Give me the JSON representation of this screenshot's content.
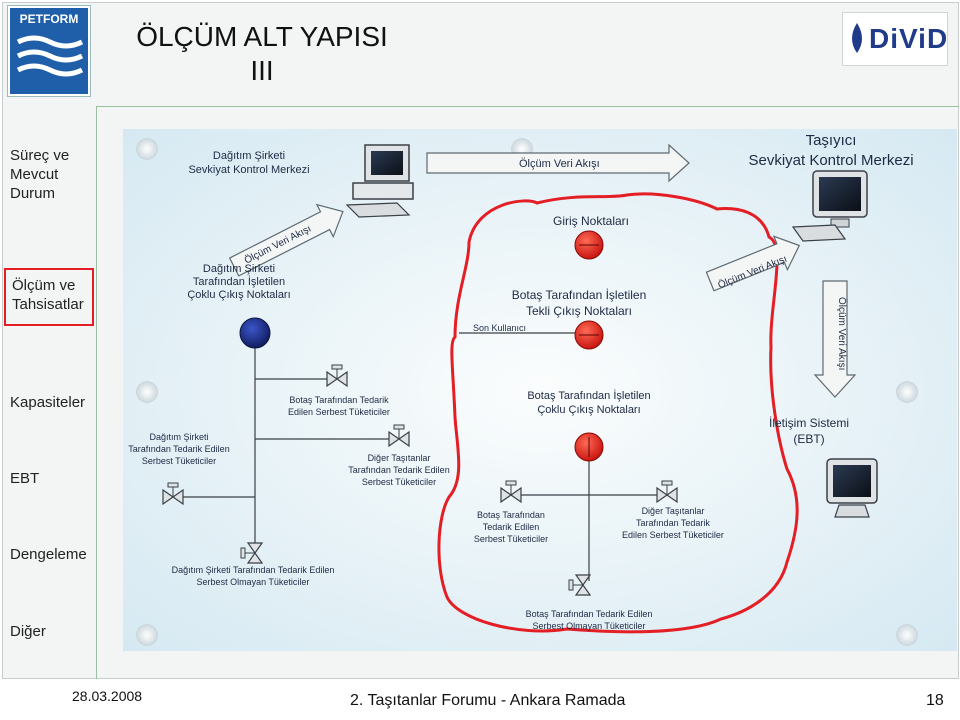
{
  "header": {
    "title_line1": "ÖLÇÜM ALT YAPISI",
    "title_line2": "III",
    "left_logo_text": "PETFORM",
    "right_logo_text": "DiViD"
  },
  "nav": {
    "items": [
      {
        "label_lines": [
          "Süreç ve",
          "Mevcut",
          "Durum"
        ]
      },
      {
        "label_lines": [
          "Ölçüm ve",
          "Tahsisatlar"
        ],
        "active": true
      },
      {
        "label_lines": [
          "Kapasiteler"
        ]
      },
      {
        "label_lines": [
          "EBT"
        ]
      },
      {
        "label_lines": [
          "Dengeleme"
        ]
      },
      {
        "label_lines": [
          "Diğer"
        ]
      }
    ]
  },
  "diagram": {
    "dagitim_merkezi": [
      "Dağıtım Şirketi",
      "Sevkiyat Kontrol Merkezi"
    ],
    "tasiyici_merkezi": [
      "Taşıyıcı",
      "Sevkiyat Kontrol Merkezi"
    ],
    "olcum_veri_akisi": "Ölçüm Veri Akışı",
    "giris_noktalari": "Giriş Noktaları",
    "botas_tekli": [
      "Botaş Tarafından İşletilen",
      "Tekli Çıkış Noktaları"
    ],
    "son_kullanici": "Son Kullanıcı",
    "dagitim_coklu": [
      "Dağıtım Şirketi",
      "Tarafından İşletilen",
      "Çoklu Çıkış Noktaları"
    ],
    "botas_tedarik_serbest": [
      "Botaş Tarafından Tedarik",
      "Edilen Serbest Tüketiciler"
    ],
    "dagitim_tedarik_serbest": [
      "Dağıtım Şirketi",
      "Tarafından Tedarik Edilen",
      "Serbest Tüketiciler"
    ],
    "diger_tasitanlar_left": [
      "Diğer Taşıtanlar",
      "Tarafından Tedarik Edilen",
      "Serbest Tüketiciler"
    ],
    "dagitim_serbest_olmayan": [
      "Dağıtım Şirketi Tarafından Tedarik Edilen",
      "Serbest Olmayan Tüketiciler"
    ],
    "botas_coklu": [
      "Botaş Tarafından İşletilen",
      "Çoklu Çıkış Noktaları"
    ],
    "botas_tedarik_serbest_right": [
      "Botaş Tarafından",
      "Tedarik Edilen",
      "Serbest Tüketiciler"
    ],
    "diger_tasitanlar_right": [
      "Diğer Taşıtanlar",
      "Tarafından Tedarik",
      "Edilen Serbest Tüketiciler"
    ],
    "botas_serbest_olmayan": [
      "Botaş Tarafından Tedarik Edilen",
      "Serbest Olmayan Tüketiciler"
    ],
    "iletisim": [
      "İletişim Sistemi",
      "(EBT)"
    ]
  },
  "footer": {
    "date": "28.03.2008",
    "center": "2. Taşıtanlar Forumu - Ankara Ramada",
    "page": "18"
  },
  "colors": {
    "frame_bg": "#f3f4f4",
    "diagram_bg": "#e2eef4",
    "red_outline": "#e31e24",
    "meter_red": "#e8231f",
    "meter_blue": "#1f2f8a",
    "arrow_fill": "#f4f6f6"
  }
}
